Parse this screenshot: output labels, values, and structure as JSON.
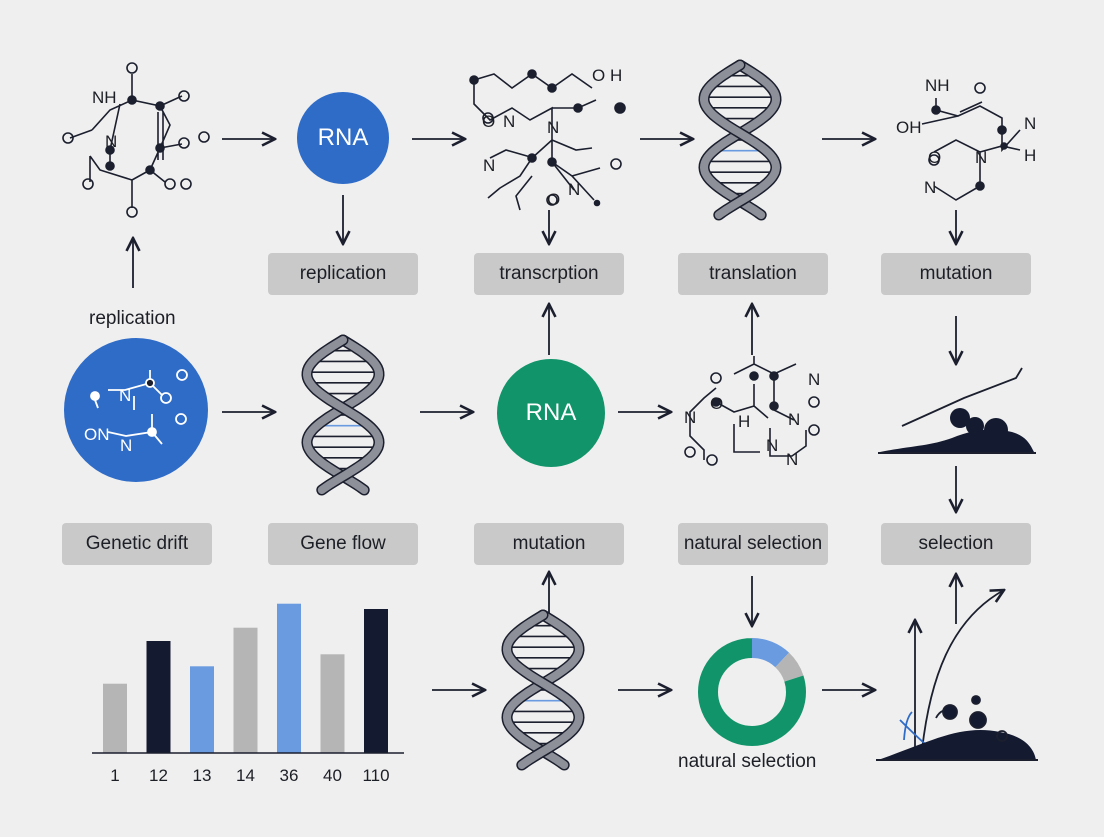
{
  "colors": {
    "background": "#efefef",
    "ink": "#1b1f2e",
    "label_box": "#c9c9c9",
    "helix_gray": "#8e9099",
    "node_blue": "#2f6cc8",
    "node_green": "#12946a",
    "bar_gray": "#b5b5b5",
    "bar_navy": "#141a30",
    "bar_blue": "#6a9be0"
  },
  "nodes": {
    "rna_top": "RNA",
    "rna_middle": "RNA"
  },
  "labels": {
    "r1_c2": "replication",
    "r1_c3": "transcrption",
    "r1_c4": "translation",
    "r1_c5": "mutation",
    "r2_c1": "Genetic drift",
    "r2_c2": "Gene flow",
    "r2_c3": "mutation",
    "r2_c4": "natural selection",
    "r2_c5": "selection",
    "left_replication": "replication",
    "bottom_natural_selection": "natural selection"
  },
  "molecules": {
    "top_left": [
      "NH",
      "O",
      "O",
      "O",
      "N",
      "O",
      "O",
      "O",
      "O",
      "O",
      "O"
    ],
    "top_mid": [
      "O",
      "H",
      "O",
      "N",
      "N",
      "N",
      "O",
      "O",
      "N"
    ],
    "top_right": [
      "NH",
      "O",
      "OH",
      "N",
      "H",
      "O",
      "N",
      "N"
    ],
    "mid_circle": [
      "O",
      "N",
      "O",
      "N",
      "ON",
      "N"
    ],
    "mid_right": [
      "O",
      "O",
      "H",
      "H",
      "N",
      "N",
      "O",
      "O",
      "N",
      "N",
      "O",
      "O",
      "O"
    ]
  },
  "icons": [
    "dna-helix-icon",
    "molecule-icon",
    "arrow-icon",
    "donut-chart-icon",
    "growth-curve-icon",
    "landscape-icon"
  ],
  "chart_data": {
    "type": "bar",
    "categories": [
      "1",
      "12",
      "13",
      "14",
      "36",
      "40",
      "110"
    ],
    "values": [
      52,
      84,
      65,
      94,
      112,
      74,
      108
    ],
    "colors": [
      "#b5b5b5",
      "#141a30",
      "#6a9be0",
      "#b5b5b5",
      "#6a9be0",
      "#b5b5b5",
      "#141a30"
    ],
    "title": "",
    "xlabel": "",
    "ylabel": "",
    "ylim": [
      0,
      120
    ]
  },
  "donut": {
    "type": "pie",
    "values": [
      80,
      12,
      8
    ],
    "colors": [
      "#12946a",
      "#6a9be0",
      "#b5b5b5"
    ]
  }
}
